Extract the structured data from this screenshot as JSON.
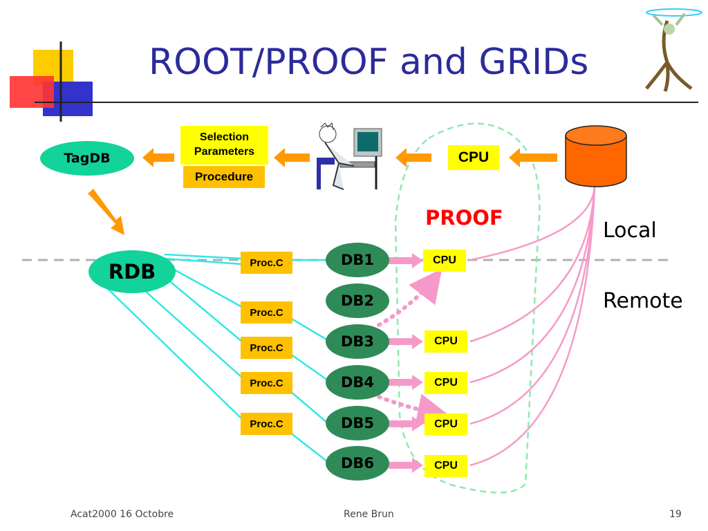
{
  "title": "ROOT/PROOF and GRIDs",
  "top_row": {
    "tagdb": "TagDB",
    "selection_parameters": "Selection\nParameters",
    "procedure": "Procedure",
    "cpu": "CPU"
  },
  "proof_label": "PROOF",
  "rdb": "RDB",
  "zones": {
    "local": "Local",
    "remote": "Remote"
  },
  "proc_label": "Proc.C",
  "databases": [
    "DB1",
    "DB2",
    "DB3",
    "DB4",
    "DB5",
    "DB6"
  ],
  "cpu_label": "CPU",
  "footer": {
    "left": "Acat2000 16 Octobre",
    "center": "Rene Brun",
    "right": "19"
  },
  "colors": {
    "title": "#2b2b9a",
    "tagdb_fill": "#12d39a",
    "db_fill": "#2e8b57",
    "cpu_fill": "#ffff00",
    "proc_fill": "#ffc000",
    "storage_fill": "#ff6600",
    "arrow_orange": "#ff9900",
    "link_cyan": "#33e6e6",
    "link_pink": "#f59ac8",
    "proof_dashed": "#8fe8b0",
    "proof_text": "#ff0000"
  }
}
